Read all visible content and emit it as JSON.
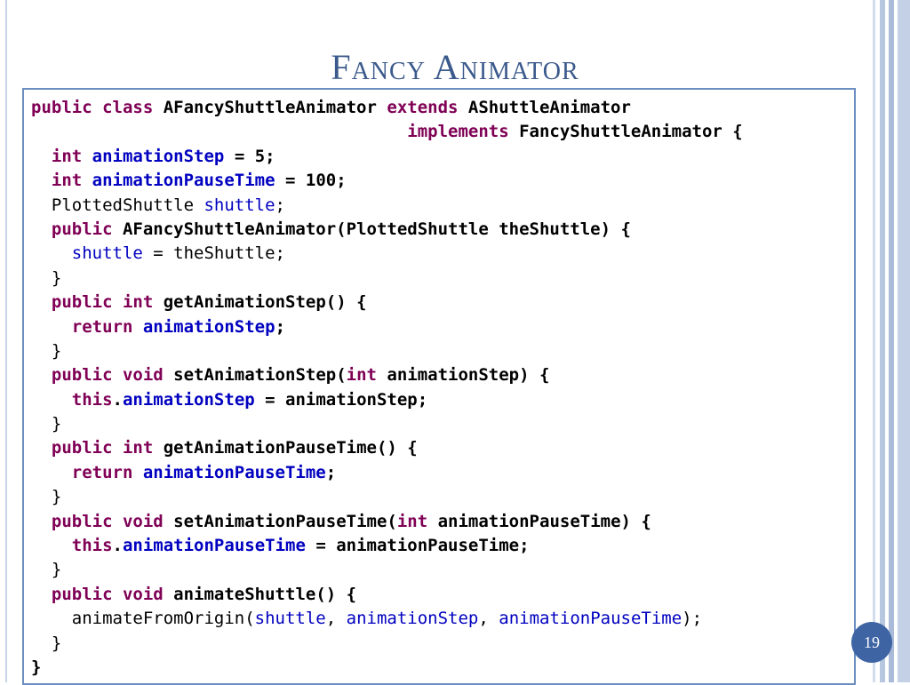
{
  "slide": {
    "title": "Fancy Animator",
    "page_number": "19"
  },
  "code_lines": [
    [
      [
        "kw",
        "public class "
      ],
      [
        "b",
        "AFancyShuttleAnimator "
      ],
      [
        "kw",
        "extends "
      ],
      [
        "b",
        "AShuttleAnimator"
      ]
    ],
    [
      [
        "b",
        "                                     "
      ],
      [
        "kw",
        "implements "
      ],
      [
        "b",
        "FancyShuttleAnimator {"
      ]
    ],
    [
      [
        "b",
        "  "
      ],
      [
        "kw",
        "int "
      ],
      [
        "field",
        "animationStep"
      ],
      [
        "b",
        " = 5;"
      ]
    ],
    [
      [
        "b",
        "  "
      ],
      [
        "kw",
        "int "
      ],
      [
        "field",
        "animationPauseTime"
      ],
      [
        "b",
        " = 100;"
      ]
    ],
    [
      [
        "n",
        "  PlottedShuttle "
      ],
      [
        "fn",
        "shuttle"
      ],
      [
        "n",
        ";"
      ]
    ],
    [
      [
        "b",
        "  "
      ],
      [
        "kw",
        "public "
      ],
      [
        "b",
        "AFancyShuttleAnimator(PlottedShuttle theShuttle) {"
      ]
    ],
    [
      [
        "n",
        "    "
      ],
      [
        "fn",
        "shuttle"
      ],
      [
        "n",
        " = theShuttle;"
      ]
    ],
    [
      [
        "n",
        "  }"
      ]
    ],
    [
      [
        "b",
        "  "
      ],
      [
        "kw",
        "public int "
      ],
      [
        "b",
        "getAnimationStep() {"
      ]
    ],
    [
      [
        "b",
        "    "
      ],
      [
        "kw",
        "return "
      ],
      [
        "field",
        "animationStep"
      ],
      [
        "b",
        ";"
      ]
    ],
    [
      [
        "n",
        "  }"
      ]
    ],
    [
      [
        "b",
        "  "
      ],
      [
        "kw",
        "public void "
      ],
      [
        "b",
        "setAnimationStep("
      ],
      [
        "kw",
        "int "
      ],
      [
        "b",
        "animationStep) {"
      ]
    ],
    [
      [
        "b",
        "    "
      ],
      [
        "kw",
        "this"
      ],
      [
        "b",
        "."
      ],
      [
        "field",
        "animationStep"
      ],
      [
        "b",
        " = animationStep;"
      ]
    ],
    [
      [
        "n",
        "  }"
      ]
    ],
    [
      [
        "b",
        "  "
      ],
      [
        "kw",
        "public int "
      ],
      [
        "b",
        "getAnimationPauseTime() {"
      ]
    ],
    [
      [
        "b",
        "    "
      ],
      [
        "kw",
        "return "
      ],
      [
        "field",
        "animationPauseTime"
      ],
      [
        "b",
        ";"
      ]
    ],
    [
      [
        "n",
        "  }"
      ]
    ],
    [
      [
        "b",
        "  "
      ],
      [
        "kw",
        "public void "
      ],
      [
        "b",
        "setAnimationPauseTime("
      ],
      [
        "kw",
        "int "
      ],
      [
        "b",
        "animationPauseTime) {"
      ]
    ],
    [
      [
        "b",
        "    "
      ],
      [
        "kw",
        "this"
      ],
      [
        "b",
        "."
      ],
      [
        "field",
        "animationPauseTime"
      ],
      [
        "b",
        " = animationPauseTime;"
      ]
    ],
    [
      [
        "n",
        "  }"
      ]
    ],
    [
      [
        "b",
        "  "
      ],
      [
        "kw",
        "public void "
      ],
      [
        "b",
        "animateShuttle() {"
      ]
    ],
    [
      [
        "n",
        "    animateFromOrigin("
      ],
      [
        "fn",
        "shuttle"
      ],
      [
        "n",
        ", "
      ],
      [
        "fn",
        "animationStep"
      ],
      [
        "n",
        ", "
      ],
      [
        "fn",
        "animationPauseTime"
      ],
      [
        "n",
        ");"
      ]
    ],
    [
      [
        "n",
        "  }"
      ]
    ],
    [
      [
        "b",
        "}"
      ]
    ]
  ],
  "colors": {
    "title": "#3b5a8c",
    "keyword": "#7f0055",
    "field": "#0000c0",
    "box_border": "#6b8fc0",
    "badge": "#3e64a4"
  }
}
